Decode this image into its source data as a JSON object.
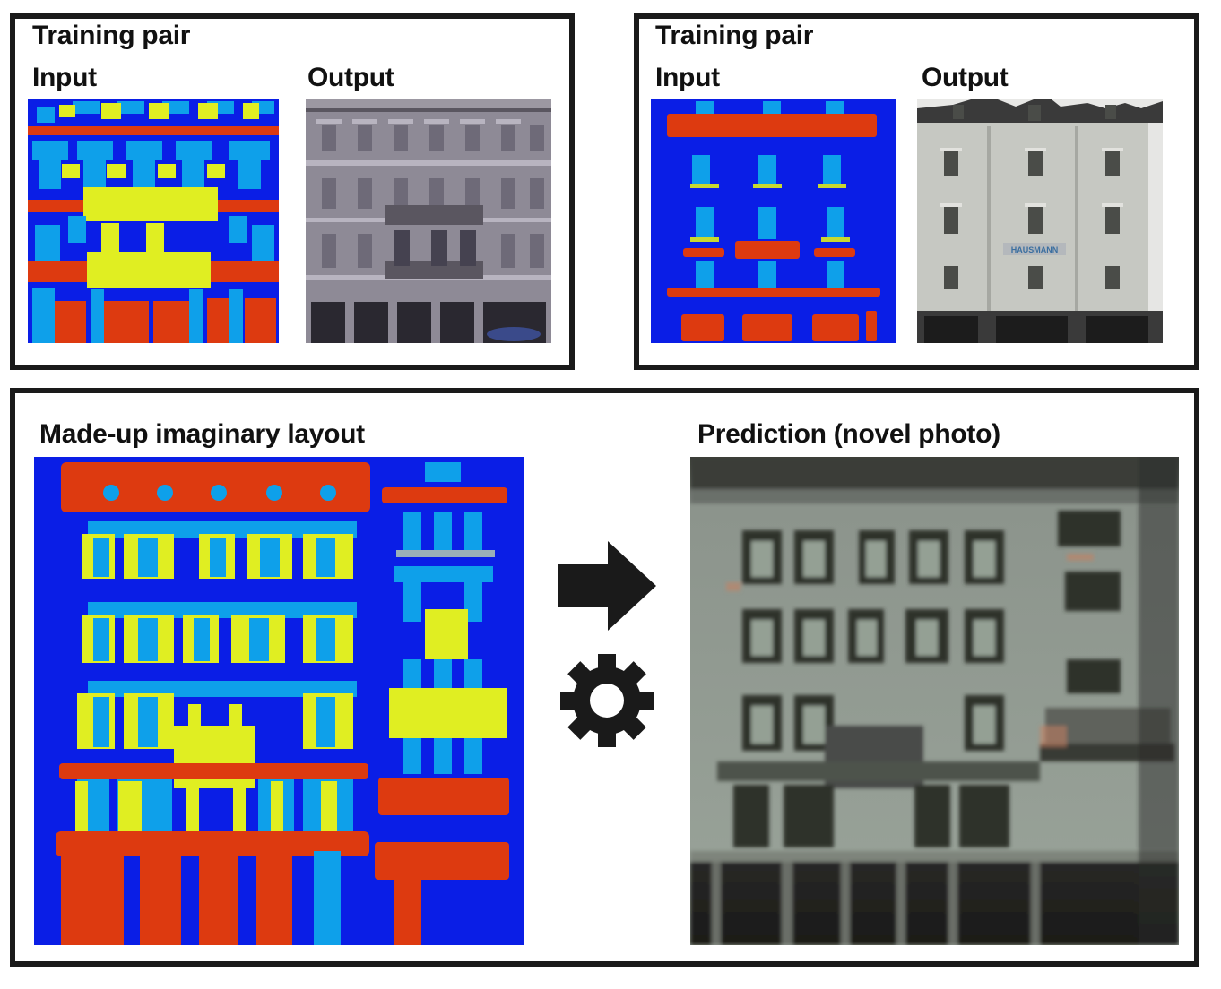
{
  "panels": {
    "training_pair_1": {
      "title": "Training pair",
      "input_label": "Input",
      "output_label": "Output"
    },
    "training_pair_2": {
      "title": "Training pair",
      "input_label": "Input",
      "output_label": "Output",
      "sign_text": "HAUSMANN"
    },
    "test": {
      "layout_label": "Made-up imaginary layout",
      "prediction_label": "Prediction (novel photo)"
    }
  },
  "icons": {
    "arrow": "arrow-right-icon",
    "gear": "gear-icon"
  },
  "colors": {
    "background_class": "#0a1ee6",
    "window_class": "#0ea0ea",
    "balcony_class": "#e0ee22",
    "cornice_class": "#dd3a10",
    "frame": "#1a1a1a",
    "facade_photo_1": "#8e8a96",
    "facade_photo_2": "#c6c8c2",
    "prediction_tone": "#8a948a"
  }
}
